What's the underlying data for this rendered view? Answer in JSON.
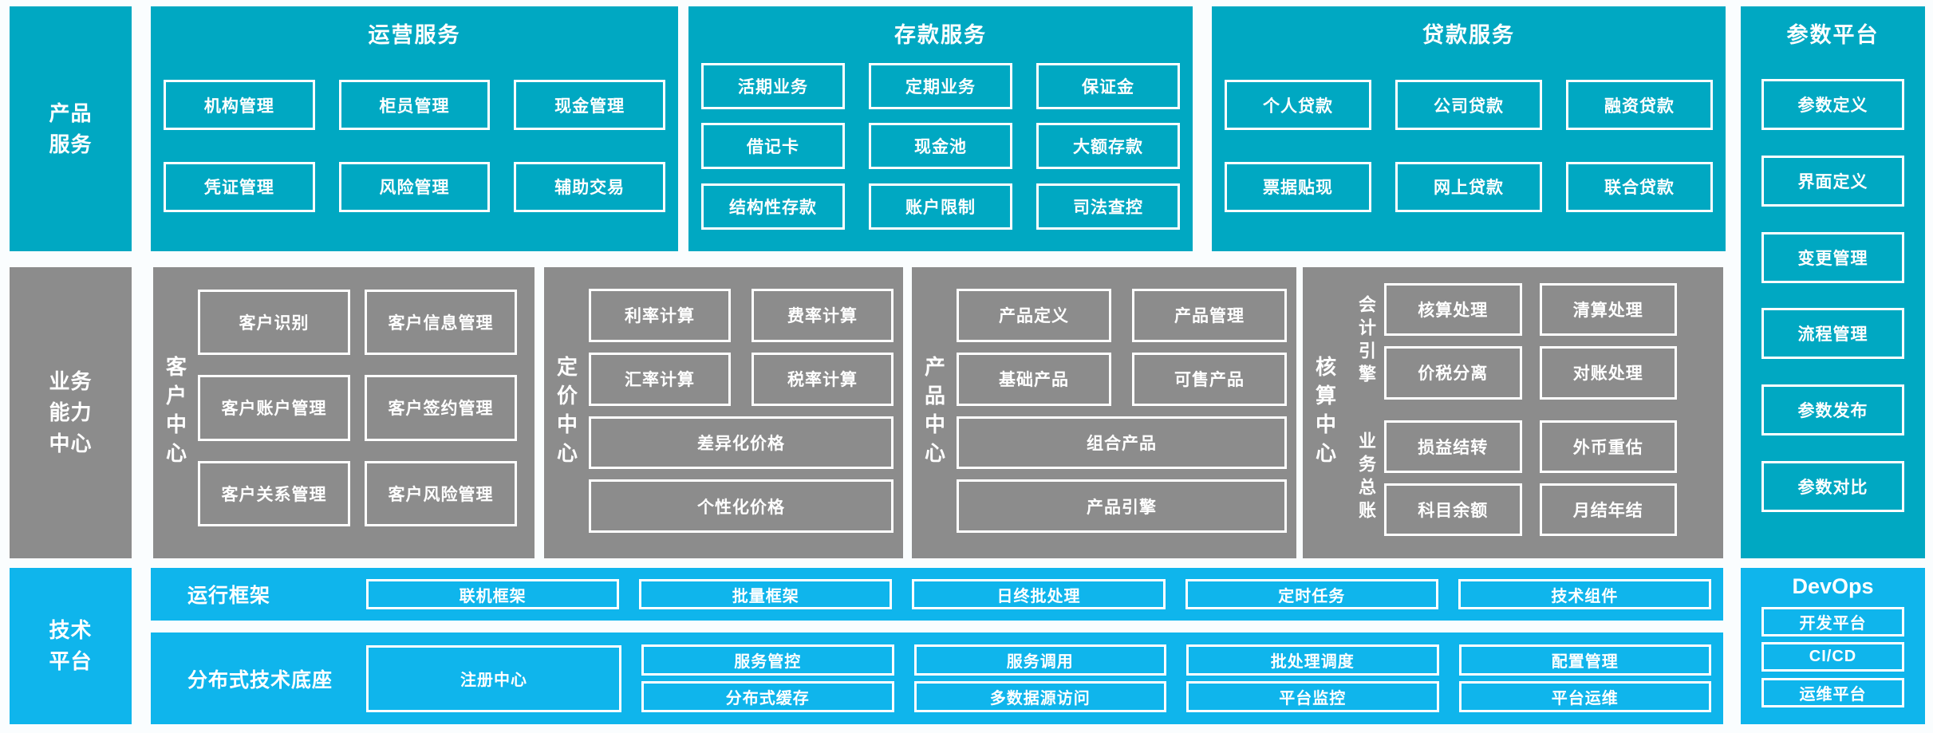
{
  "colors": {
    "teal": "#00A8C2",
    "blue": "#0FB5EC",
    "gray": "#8C8C8C",
    "text": "#FFFFFF",
    "page_bg": "#FAFDFE"
  },
  "rails": {
    "product_services": "产品\n服务",
    "business_capability": "业务\n能力\n中心",
    "tech_platform": "技术\n平台"
  },
  "top": {
    "sections": [
      {
        "title": "运营服务",
        "rows": [
          [
            "机构管理",
            "柜员管理",
            "现金管理"
          ],
          [
            "凭证管理",
            "风险管理",
            "辅助交易"
          ]
        ]
      },
      {
        "title": "存款服务",
        "rows": [
          [
            "活期业务",
            "定期业务",
            "保证金"
          ],
          [
            "借记卡",
            "现金池",
            "大额存款"
          ],
          [
            "结构性存款",
            "账户限制",
            "司法查控"
          ]
        ]
      },
      {
        "title": "贷款服务",
        "rows": [
          [
            "个人贷款",
            "公司贷款",
            "融资贷款"
          ],
          [
            "票据贴现",
            "网上贷款",
            "联合贷款"
          ]
        ]
      }
    ]
  },
  "middle": {
    "centers": [
      {
        "label": "客户中心",
        "rows": [
          [
            "客户识别",
            "客户信息管理"
          ],
          [
            "客户账户管理",
            "客户签约管理"
          ],
          [
            "客户关系管理",
            "客户风险管理"
          ]
        ]
      },
      {
        "label": "定价中心",
        "rows": [
          [
            "利率计算",
            "费率计算"
          ],
          [
            "汇率计算",
            "税率计算"
          ],
          [
            "差异化价格"
          ],
          [
            "个性化价格"
          ]
        ]
      },
      {
        "label": "产品中心",
        "rows": [
          [
            "产品定义",
            "产品管理"
          ],
          [
            "基础产品",
            "可售产品"
          ],
          [
            "组合产品"
          ],
          [
            "产品引擎"
          ]
        ]
      },
      {
        "label": "核算中心",
        "groups": [
          {
            "label": "会计引擎",
            "rows": [
              [
                "核算处理",
                "清算处理"
              ],
              [
                "价税分离",
                "对账处理"
              ]
            ]
          },
          {
            "label": "业务总账",
            "rows": [
              [
                "损益结转",
                "外币重估"
              ],
              [
                "科目余额",
                "月结年结"
              ]
            ]
          }
        ]
      }
    ]
  },
  "right": {
    "param_platform": {
      "title": "参数平台",
      "items": [
        "参数定义",
        "界面定义",
        "变更管理",
        "流程管理",
        "参数发布",
        "参数对比"
      ]
    },
    "devops": {
      "title": "DevOps",
      "items": [
        "开发平台",
        "CI/CD",
        "运维平台"
      ]
    }
  },
  "bottom": {
    "runtime": {
      "label": "运行框架",
      "items": [
        "联机框架",
        "批量框架",
        "日终批处理",
        "定时任务",
        "技术组件"
      ]
    },
    "distributed": {
      "label": "分布式技术底座",
      "registry": "注册中心",
      "grid": [
        [
          "服务管控",
          "服务调用",
          "批处理调度",
          "配置管理"
        ],
        [
          "分布式缓存",
          "多数据源访问",
          "平台监控",
          "平台运维"
        ]
      ]
    }
  }
}
